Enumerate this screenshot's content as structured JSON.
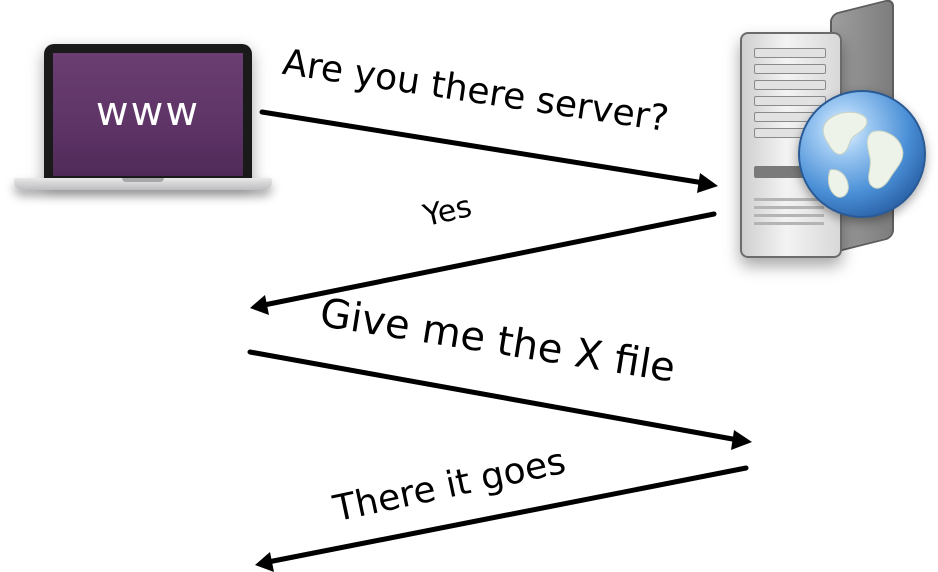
{
  "laptop": {
    "screen_text": "www",
    "screen_color": "#5e3366",
    "icon": "laptop-icon"
  },
  "server": {
    "icon": "server-icon",
    "globe_icon": "globe-icon"
  },
  "messages": [
    {
      "text": "Are you there server?",
      "direction": "client-to-server"
    },
    {
      "text": "Yes",
      "direction": "server-to-client"
    },
    {
      "text": "Give me the X file",
      "direction": "client-to-server"
    },
    {
      "text": "There it goes",
      "direction": "server-to-client"
    }
  ],
  "colors": {
    "arrow": "#000000",
    "background": "#ffffff"
  }
}
